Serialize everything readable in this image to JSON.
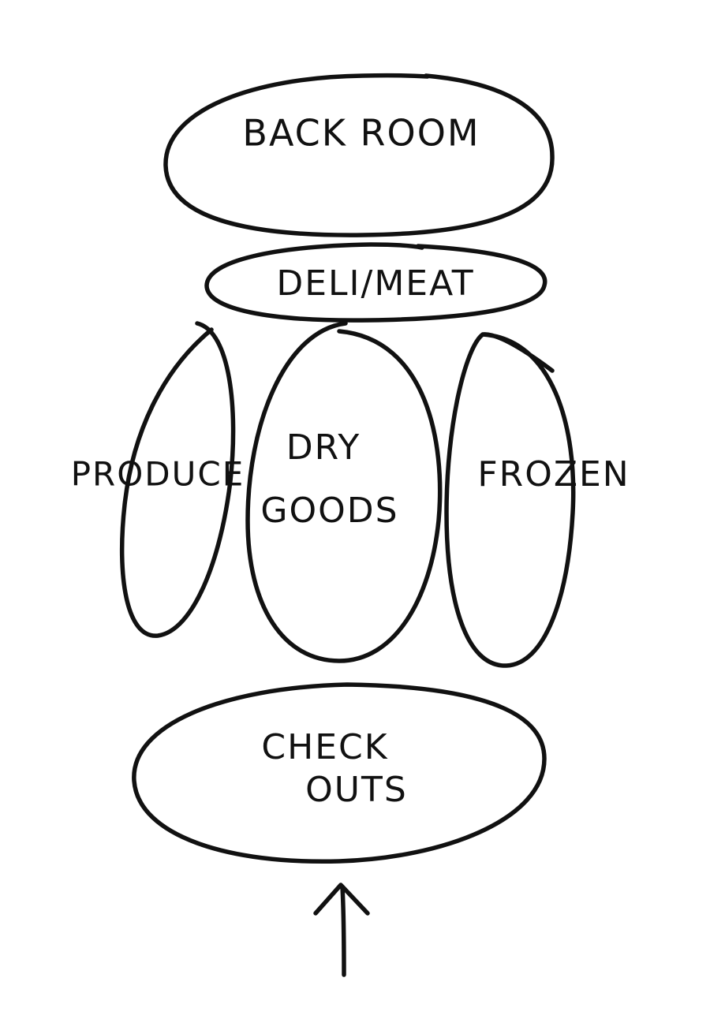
{
  "zones": {
    "back_room": "BACK ROOM",
    "deli_meat": "DELI/MEAT",
    "produce": "PRODUCE",
    "dry_goods_line1": "DRY",
    "dry_goods_line2": "GOODS",
    "frozen": "FROZEN",
    "checkouts_line1": "CHECK",
    "checkouts_line2": "OUTS"
  },
  "entrance": {
    "icon": "up-arrow-icon"
  },
  "colors": {
    "ink": "#111111",
    "paper": "#ffffff"
  }
}
